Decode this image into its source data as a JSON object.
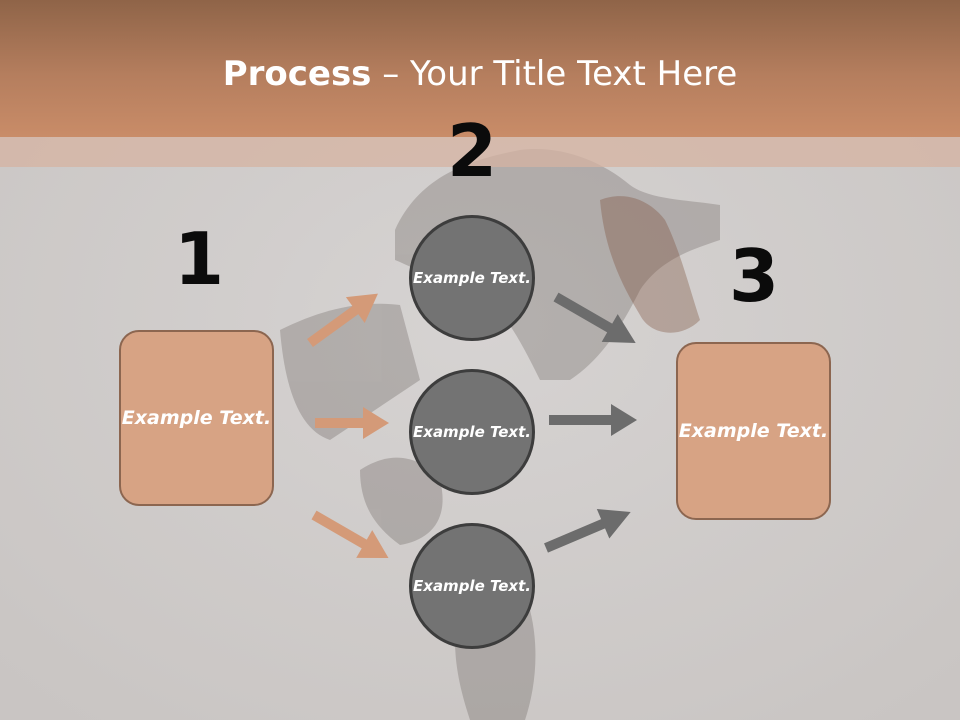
{
  "slide": {
    "title_bold": "Process",
    "title_rest": " – Your Title Text Here"
  },
  "steps": {
    "one": "1",
    "two": "2",
    "three": "3"
  },
  "left_box": {
    "text": "Example Text."
  },
  "right_box": {
    "text": "Example Text."
  },
  "circles": [
    {
      "text": "Example Text."
    },
    {
      "text": "Example Text."
    },
    {
      "text": "Example Text."
    }
  ],
  "colors": {
    "header": "#b57e5e",
    "box_fill": "#d7a384",
    "circle_fill": "#737373",
    "arrow_orange": "#d49a78",
    "arrow_gray": "#6c6c6c"
  },
  "background_image": "dancer-silhouette-photo"
}
